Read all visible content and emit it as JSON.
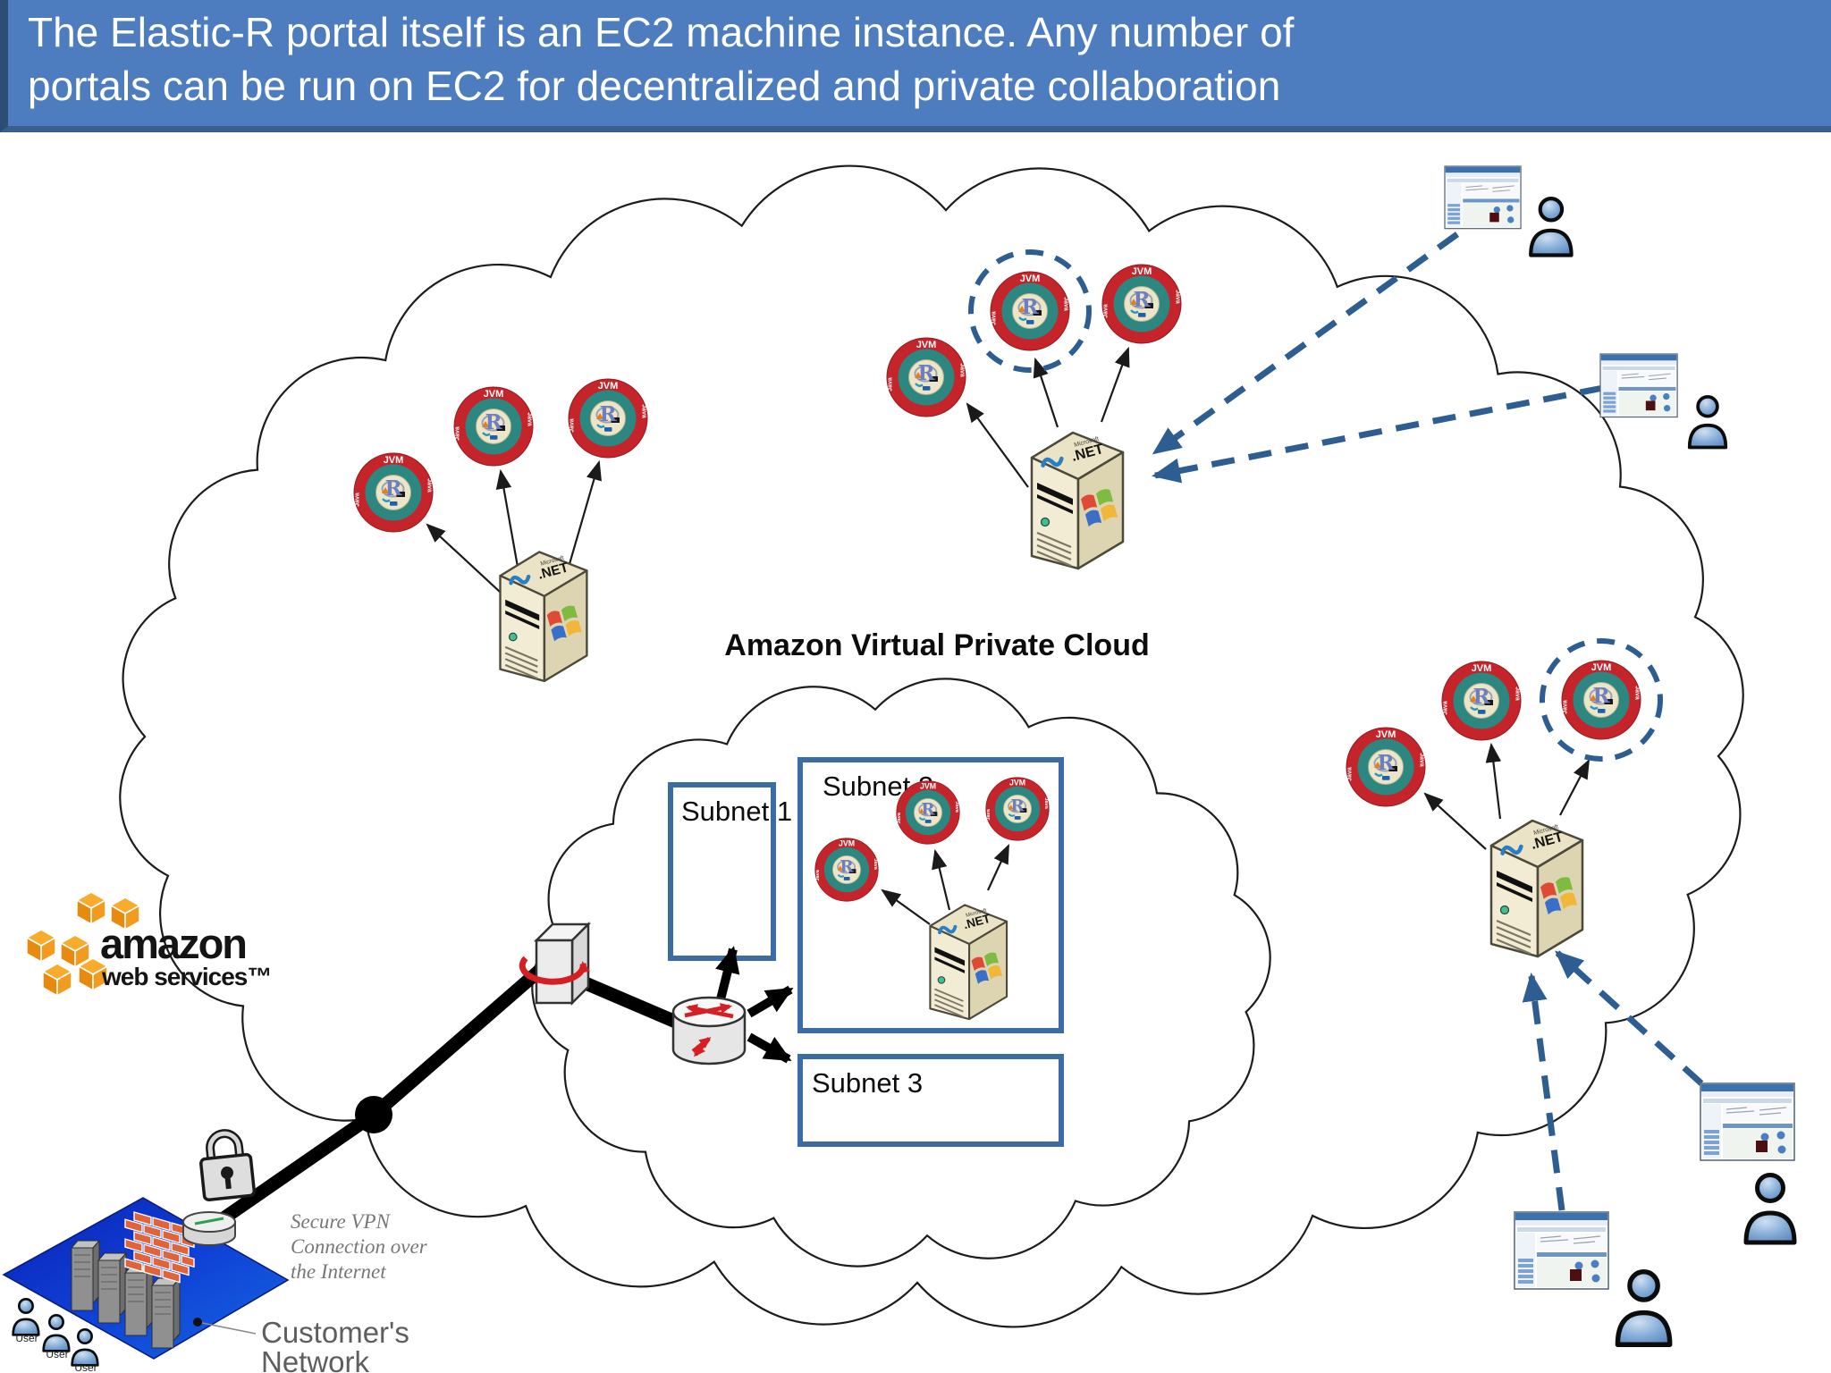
{
  "slide": {
    "header": {
      "line1": "The Elastic-R portal itself is an EC2 machine instance. Any number of",
      "line2": "portals can be run on EC2 for decentralized and private collaboration"
    },
    "cloud": {
      "vpc_title": "Amazon Virtual Private Cloud"
    },
    "subnets": {
      "s1": "Subnet 1",
      "s2": "Subnet 2",
      "s3": "Subnet 3"
    },
    "jvm": {
      "ring_label": "JVM",
      "side_label": "Java",
      "r_logo": "R"
    },
    "server": {
      "dotnet": ".NET",
      "microsoft": "Microsoft"
    },
    "aws_logo": {
      "line1": "amazon",
      "line2": "web services™"
    },
    "vpn": {
      "line1": "Secure VPN",
      "line2": "Connection over",
      "line3": "the Internet"
    },
    "customer": {
      "line1": "Customer's",
      "line2": "Network",
      "user_label": "User"
    },
    "colors": {
      "header_bg": "#4d7dbe",
      "accent_blue": "#2e5d92",
      "jvm_red": "#c5242b",
      "jvm_teal": "#2b8780",
      "subnet_border": "#3b6ca3",
      "aws_orange": "#f49b1f"
    }
  }
}
